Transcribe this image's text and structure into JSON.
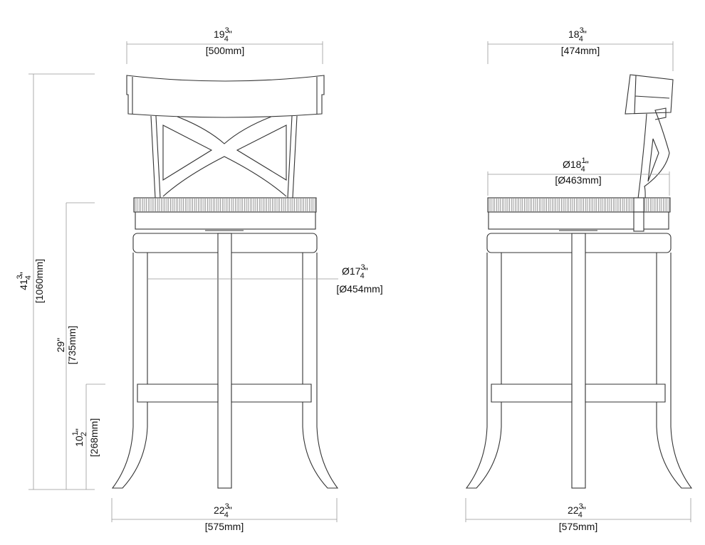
{
  "front_view": {
    "back_width": {
      "whole": "19",
      "num": "3",
      "den": "4",
      "unit": "\"",
      "metric": "[500mm]"
    },
    "seat_diameter": {
      "prefix": "Ø17",
      "num": "3",
      "den": "4",
      "unit": "\"",
      "metric": "[Ø454mm]"
    },
    "overall_height": {
      "whole": "41",
      "num": "3",
      "den": "4",
      "unit": "\"",
      "metric": "[1060mm]"
    },
    "seat_height": {
      "whole": "29\"",
      "metric": "[735mm]"
    },
    "footrest_height": {
      "whole": "10",
      "num": "1",
      "den": "2",
      "unit": "\"",
      "metric": "[268mm]"
    },
    "base_width": {
      "whole": "22",
      "num": "3",
      "den": "4",
      "unit": "\"",
      "metric": "[575mm]"
    }
  },
  "side_view": {
    "depth": {
      "whole": "18",
      "num": "3",
      "den": "4",
      "unit": "\"",
      "metric": "[474mm]"
    },
    "seat_diameter": {
      "prefix": "Ø18",
      "num": "1",
      "den": "4",
      "unit": "\"",
      "metric": "[Ø463mm]"
    },
    "base_width": {
      "whole": "22",
      "num": "3",
      "den": "4",
      "unit": "\"",
      "metric": "[575mm]"
    }
  },
  "colors": {
    "line": "#333333",
    "dimension": "#999999"
  }
}
